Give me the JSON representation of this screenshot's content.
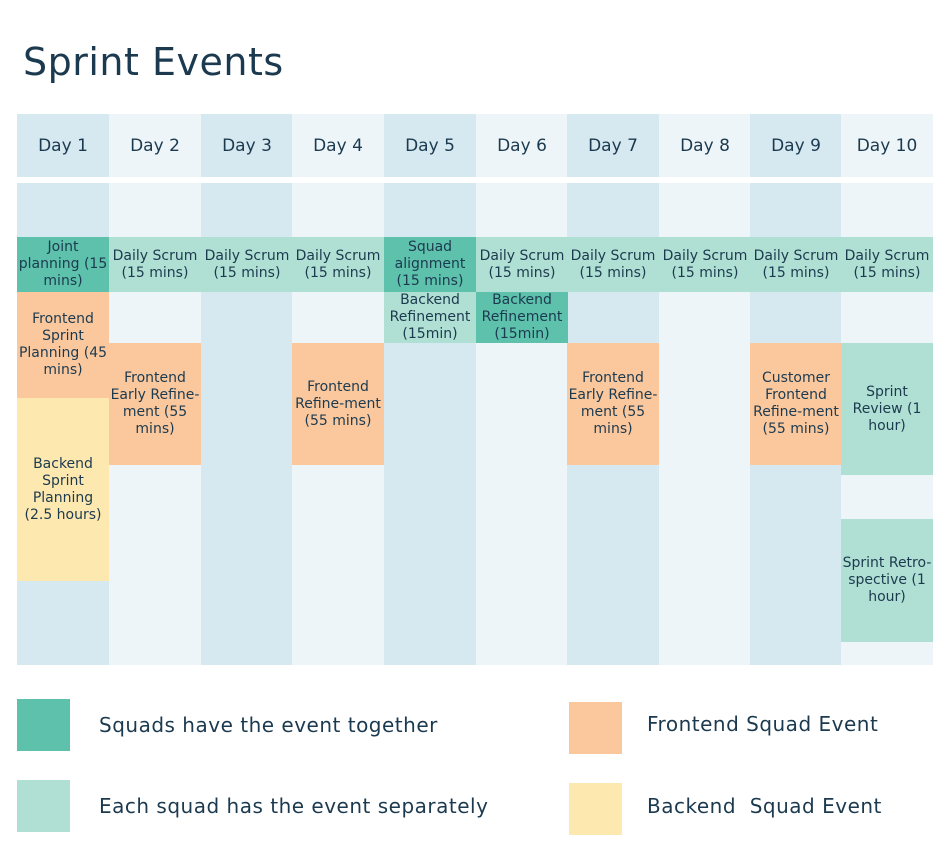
{
  "title": "Sprint Events",
  "days": [
    "Day 1",
    "Day 2",
    "Day 3",
    "Day 4",
    "Day 5",
    "Day 6",
    "Day 7",
    "Day 8",
    "Day 9",
    "Day 10"
  ],
  "events": {
    "joint_planning": "Joint planning (15 mins)",
    "daily_scrum": "Daily Scrum (15 mins)",
    "squad_alignment": "Squad alignment (15 mins)",
    "frontend_sprint_planning": "Frontend Sprint Planning (45 mins)",
    "backend_sprint_planning": "Backend Sprint Planning (2.5 hours)",
    "frontend_early_refinement": "Frontend Early Refine-ment (55 mins)",
    "frontend_refinement": "Frontend Refine-ment (55 mins)",
    "backend_refinement": "Backend Refinement (15min)",
    "customer_frontend_refinement": "Customer Frontend Refine-ment (55 mins)",
    "sprint_review": "Sprint Review (1 hour)",
    "sprint_retrospective": "Sprint Retro-spective (1 hour)"
  },
  "legend": {
    "together": "Squads have the event together",
    "separate": "Each squad has the event separately",
    "frontend": "Frontend Squad Event",
    "backend": "Backend  Squad Event"
  },
  "colors": {
    "together": "#5dc1ac",
    "separate": "#b0e0d4",
    "frontend": "#fbc89e",
    "backend": "#fde8b0"
  }
}
